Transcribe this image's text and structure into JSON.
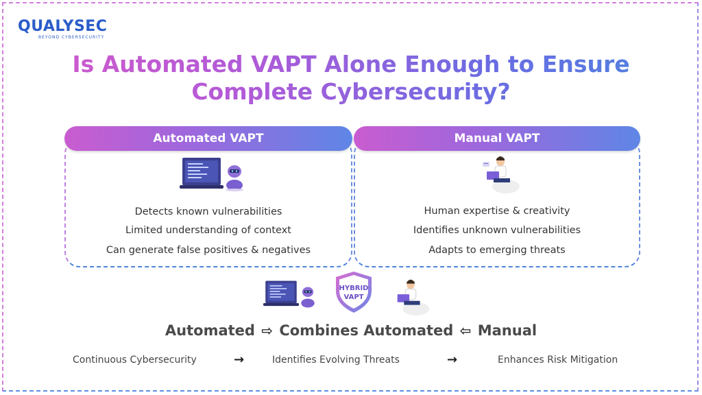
{
  "logo": {
    "name": "QUALYSEC",
    "tagline": "BEYOND CYBERSECURITY"
  },
  "title": {
    "line1": "Is Automated VAPT Alone Enough to Ensure",
    "line2": "Complete Cybersecurity?"
  },
  "automated": {
    "header": "Automated VAPT",
    "features": [
      "Detects known vulnerabilities",
      "Limited understanding of context",
      "Can generate false positives & negatives"
    ]
  },
  "manual": {
    "header": "Manual VAPT",
    "features": [
      "Human expertise & creativity",
      "Identifies unknown vulnerabilities",
      "Adapts to emerging threats"
    ]
  },
  "hybrid": {
    "line1": "HYBRID",
    "line2": "VAPT"
  },
  "flow": {
    "left": "Automated",
    "middle": "Combines Automated",
    "right": "Manual"
  },
  "benefits": [
    "Continuous Cybersecurity",
    "Identifies Evolving Threats",
    "Enhances Risk Mitigation"
  ],
  "colors": {
    "brand": "#2a5cc9",
    "gradient_start": "#d65ac8",
    "gradient_end": "#4a86e0"
  }
}
